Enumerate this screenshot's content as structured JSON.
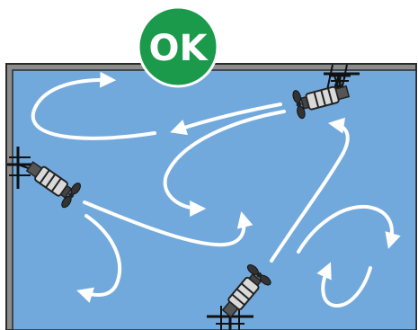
{
  "status": {
    "label": "OK",
    "color": "#1a9a4a"
  },
  "tank": {
    "water_color": "#72a9dc",
    "frame_color": "#8c8c8c",
    "outline_color": "#2b2b2b"
  },
  "flow": {
    "color": "#ffffff"
  },
  "mixers": [
    {
      "name": "top-right-mixer"
    },
    {
      "name": "left-mixer"
    },
    {
      "name": "bottom-mixer"
    }
  ]
}
